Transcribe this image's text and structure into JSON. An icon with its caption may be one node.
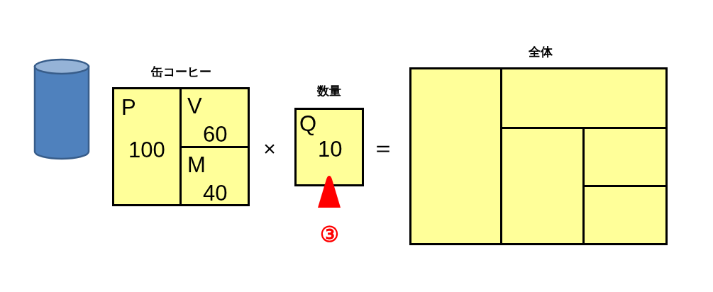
{
  "diagram": {
    "nodes": [
      {
        "text": [],
        "shape": "cylinder"
      },
      {
        "text": [
          "缶コーヒー"
        ]
      },
      {
        "text": [
          "P",
          "100"
        ],
        "in": 1
      },
      {
        "text": [
          "V",
          "60"
        ],
        "in": 1
      },
      {
        "text": [
          "M",
          "40"
        ],
        "in": 1
      },
      {
        "text": [
          "数量",
          "Q",
          "10"
        ]
      },
      {
        "text": [
          "全体"
        ]
      },
      {
        "text": [],
        "shape": "box",
        "in": 6
      },
      {
        "text": [],
        "shape": "box",
        "in": 6
      },
      {
        "text": [],
        "shape": "box",
        "in": 6
      },
      {
        "text": [],
        "shape": "box",
        "in": 6
      },
      {
        "text": [],
        "shape": "box",
        "in": 6
      }
    ],
    "labels": [
      "×",
      "＝",
      "③"
    ]
  }
}
